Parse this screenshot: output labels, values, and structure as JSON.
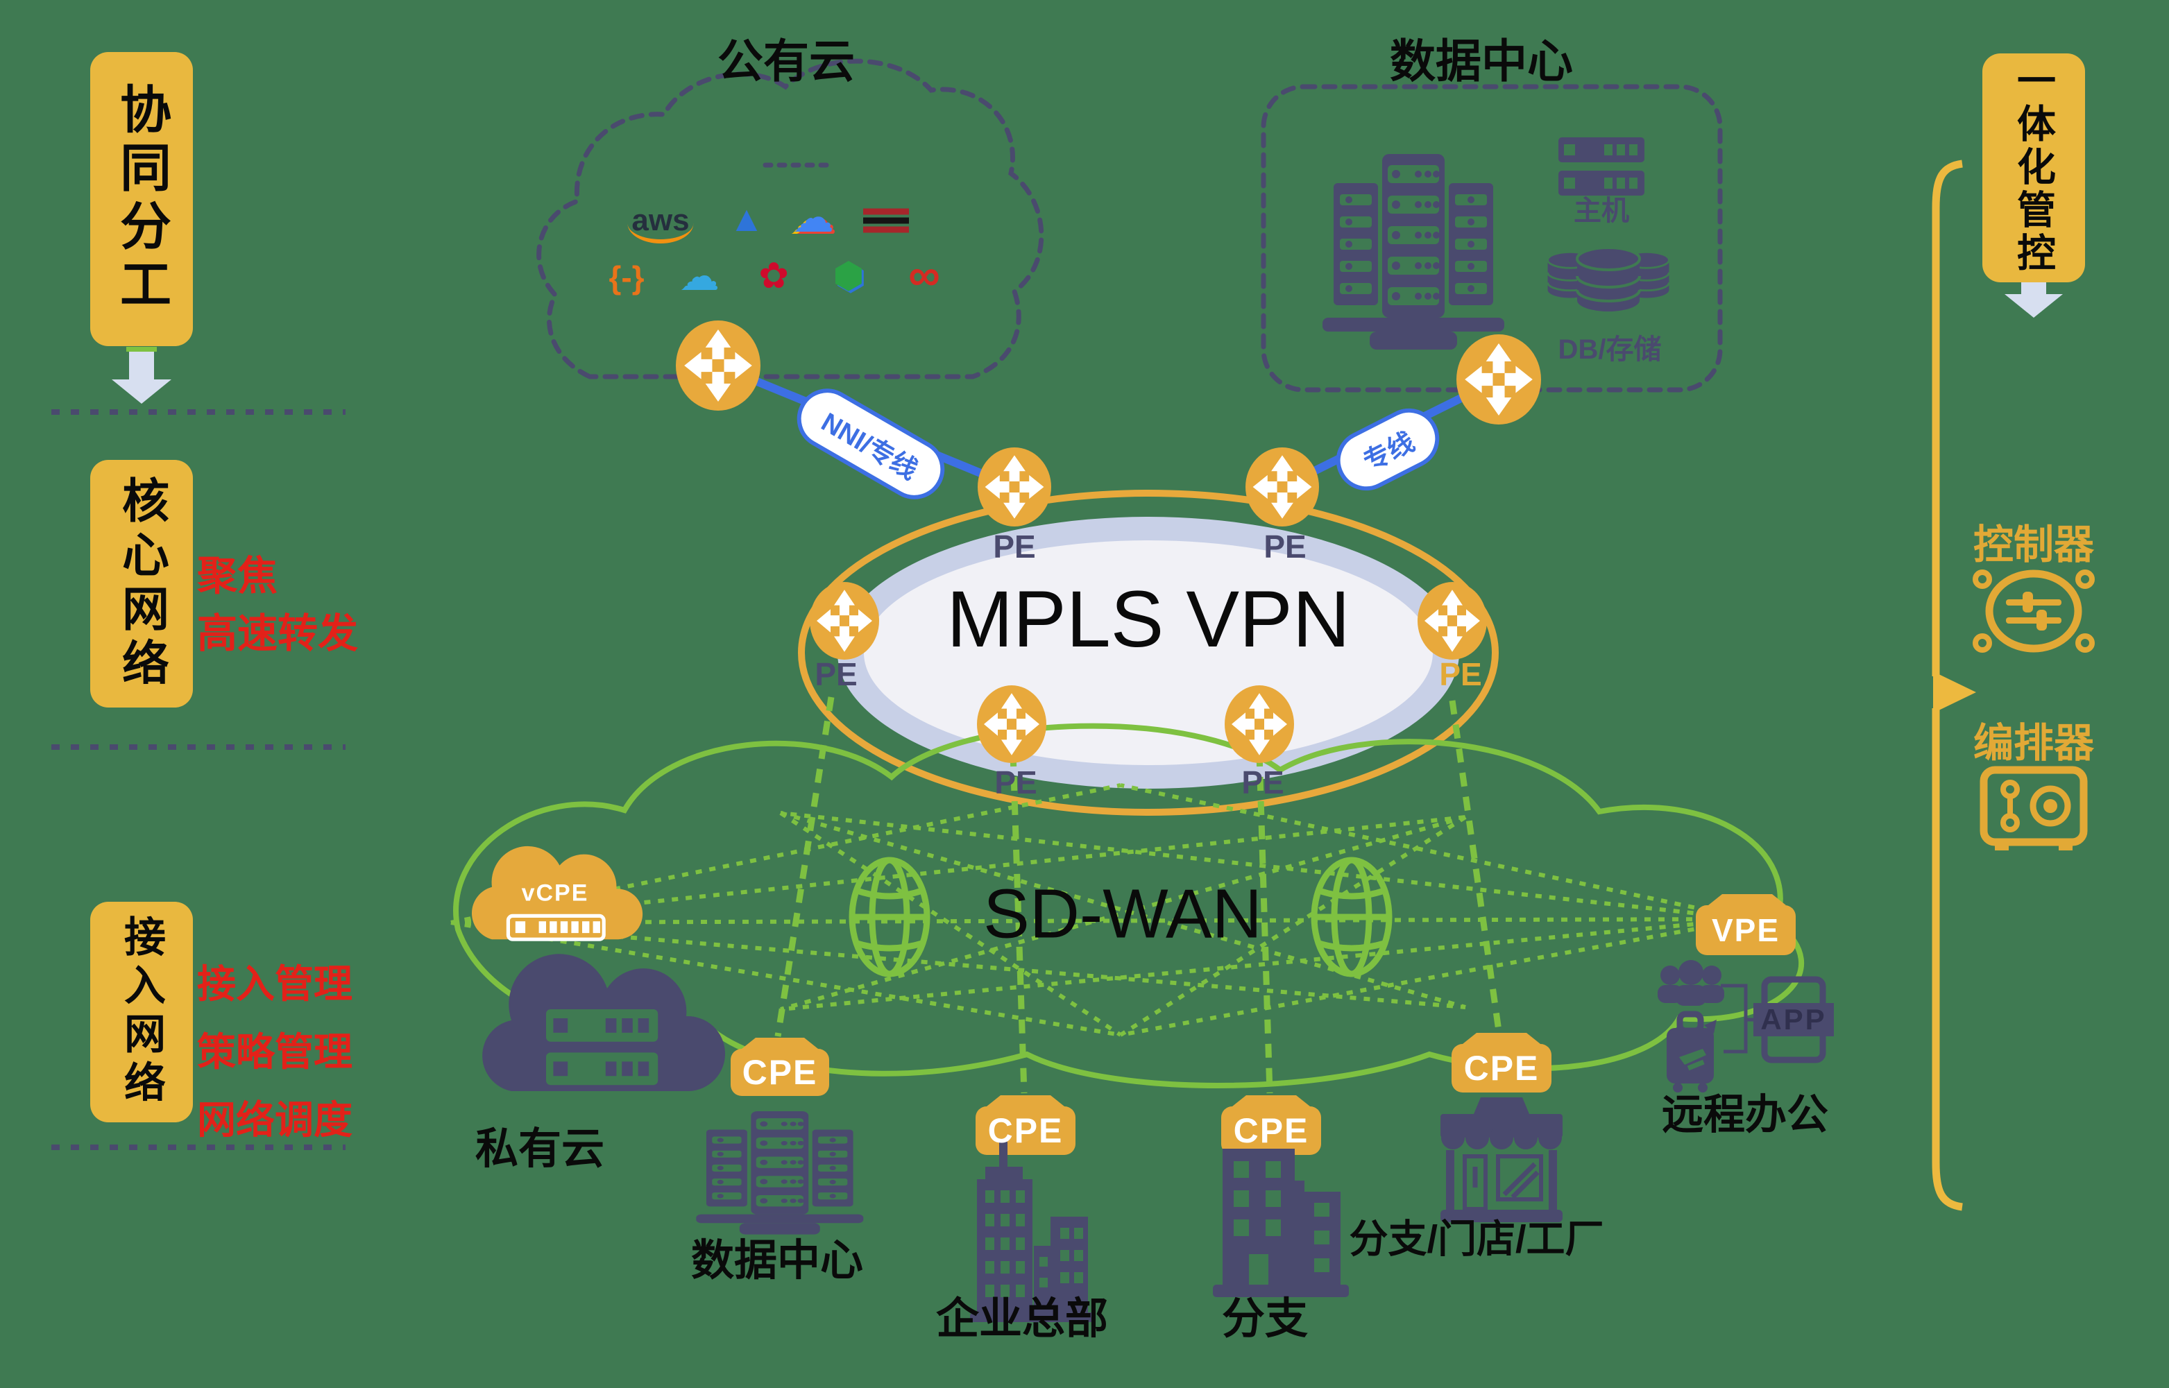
{
  "canvas": {
    "background": "#3F7A52"
  },
  "palette": {
    "gold_box": "#E9B83F",
    "router_gold": "#E8A93C",
    "navy": "#4A4A6E",
    "red": "#E32119",
    "blue": "#3D6FE3",
    "lime": "#7EC141",
    "periwinkle": "#C8D0E7",
    "inner_white": "#F1F1F6",
    "arrow_gray": "#D7DFF0"
  },
  "left_panel": {
    "sections": [
      {
        "title": "协同分工",
        "notes": []
      },
      {
        "title": "核心网络",
        "notes": [
          "聚焦",
          "高速转发"
        ]
      },
      {
        "title": "接入网络",
        "notes": [
          "接入管理",
          "策略管理",
          "网络调度"
        ]
      }
    ]
  },
  "right_panel": {
    "title": "一体化管控",
    "controller_label": "控制器",
    "orchestrator_label": "编排器"
  },
  "public_cloud": {
    "title": "公有云",
    "providers": [
      {
        "name": "aws",
        "glyph": "aws"
      },
      {
        "name": "azure",
        "glyph": "▲"
      },
      {
        "name": "google-cloud",
        "glyph": "☁"
      },
      {
        "name": "red-stripes",
        "glyph": ""
      },
      {
        "name": "alibaba-cloud",
        "glyph": "{-}"
      },
      {
        "name": "tencent-cloud",
        "glyph": "☁"
      },
      {
        "name": "huawei-cloud",
        "glyph": "✿"
      },
      {
        "name": "qingcloud",
        "glyph": "⬢"
      },
      {
        "name": "ucloud",
        "glyph": "∞"
      }
    ]
  },
  "datacenter_top": {
    "title": "数据中心",
    "host_label": "主机",
    "storage_label": "DB/存储"
  },
  "core": {
    "title": "MPLS VPN",
    "pe_label": "PE",
    "link_left": "NNI/专线",
    "link_right": "专线"
  },
  "sdwan": {
    "title": "SD-WAN"
  },
  "sites": {
    "vcpe": {
      "device": "vCPE",
      "label": "私有云"
    },
    "dc": {
      "device": "CPE",
      "label": "数据中心"
    },
    "hq": {
      "device": "CPE",
      "label": "企业总部"
    },
    "branch": {
      "device": "CPE",
      "label": "分支"
    },
    "store": {
      "device": "CPE",
      "label": "分支/门店/工厂"
    },
    "remote": {
      "device": "VPE",
      "label": "远程办公",
      "app_label": "APP"
    }
  }
}
